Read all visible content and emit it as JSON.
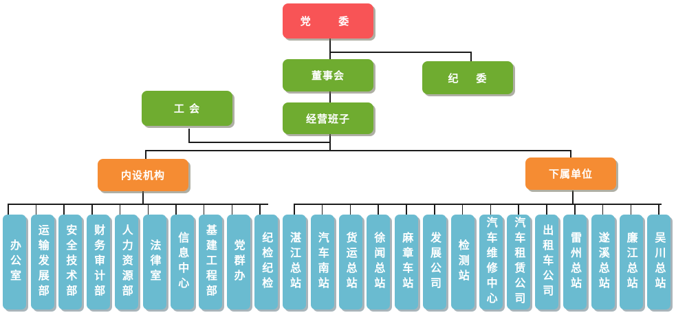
{
  "title": "组织结构图",
  "top": {
    "label": "党  委"
  },
  "board": {
    "label": "董事会"
  },
  "discipline": {
    "label": "纪    委"
  },
  "union": {
    "label": "工 会"
  },
  "management": {
    "label": "经营班子"
  },
  "internal": {
    "label": "内设机构",
    "children": [
      "办公室",
      "运输发展部",
      "安全技术部",
      "财务审计部",
      "人力资源部",
      "法律室",
      "信息中心",
      "基建工程部",
      "党群办",
      "纪检纪检"
    ]
  },
  "subsidiary": {
    "label": "下属单位",
    "children": [
      "湛江总站",
      "汽车南站",
      "货运总站",
      "徐闻总站",
      "麻章车站",
      "发展公司",
      "检测站",
      "汽车维修中心",
      "汽车租赁公司",
      "出租车公司",
      "雷州总站",
      "遂溪总站",
      "廉江总站",
      "吴川总站"
    ]
  },
  "colors": {
    "top": "#f85456",
    "green": "#6fac30",
    "orange": "#f58c33",
    "leaf": "#6abbd0"
  }
}
